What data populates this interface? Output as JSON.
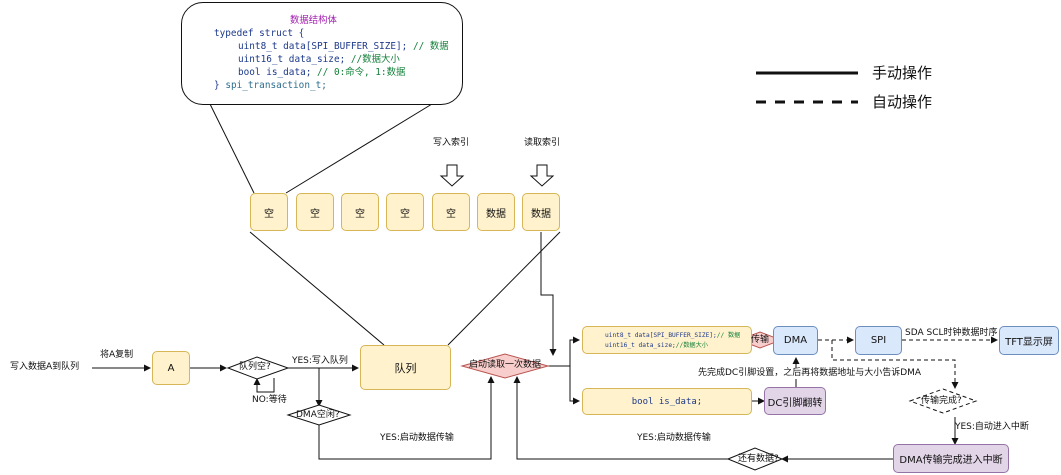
{
  "struct_bubble": {
    "title": "数据结构体",
    "line1": "typedef struct {",
    "line2_code": "uint8_t data[SPI_BUFFER_SIZE];",
    "line2_comment": "// 数据",
    "line3_code": "uint16_t data_size;",
    "line3_comment": "//数据大小",
    "line4_code": "bool is_data;",
    "line4_comment": "// 0:命令, 1:数据",
    "line5_brace": "}",
    "line5_type": "spi_transaction_t;"
  },
  "legend": {
    "manual": "手动操作",
    "auto": "自动操作"
  },
  "queue_slots": [
    "空",
    "空",
    "空",
    "空",
    "空",
    "数据",
    "数据"
  ],
  "write_index_label": "写入索引",
  "read_index_label": "读取索引",
  "flow": {
    "input_label": "写入数据A到队列",
    "copy_label": "将A复制",
    "a_box": "A",
    "queue_empty": "队列空?",
    "no_wait": "NO:等待",
    "yes_write": "YES:写入队列",
    "queue_box": "队列",
    "dma_idle": "DMA空闲?",
    "yes_start_1": "YES:启动数据传输",
    "start_read": "启动读取一次数据",
    "yes_start_2": "YES:启动数据传输",
    "transmit": "传输",
    "dma": "DMA",
    "spi": "SPI",
    "sda_scl": "SDA SCL时钟数据时序",
    "tft": "TFT显示屏",
    "dc_first": "先完成DC引脚设置，之后再将数据地址与大小告诉DMA",
    "transfer_done": "传输完成?",
    "yes_interrupt": "YES:自动进入中断",
    "dma_interrupt": "DMA传输完成进入中断",
    "more_data": "还有数据?",
    "dc_flip": "DC引脚翻转",
    "bool_box": "bool is_data;",
    "data_line1_code": "uint8_t data[SPI_BUFFER_SIZE];",
    "data_line1_comment": "// 数据",
    "data_line2_code": "uint16_t data_size;",
    "data_line2_comment": "//数据大小"
  }
}
